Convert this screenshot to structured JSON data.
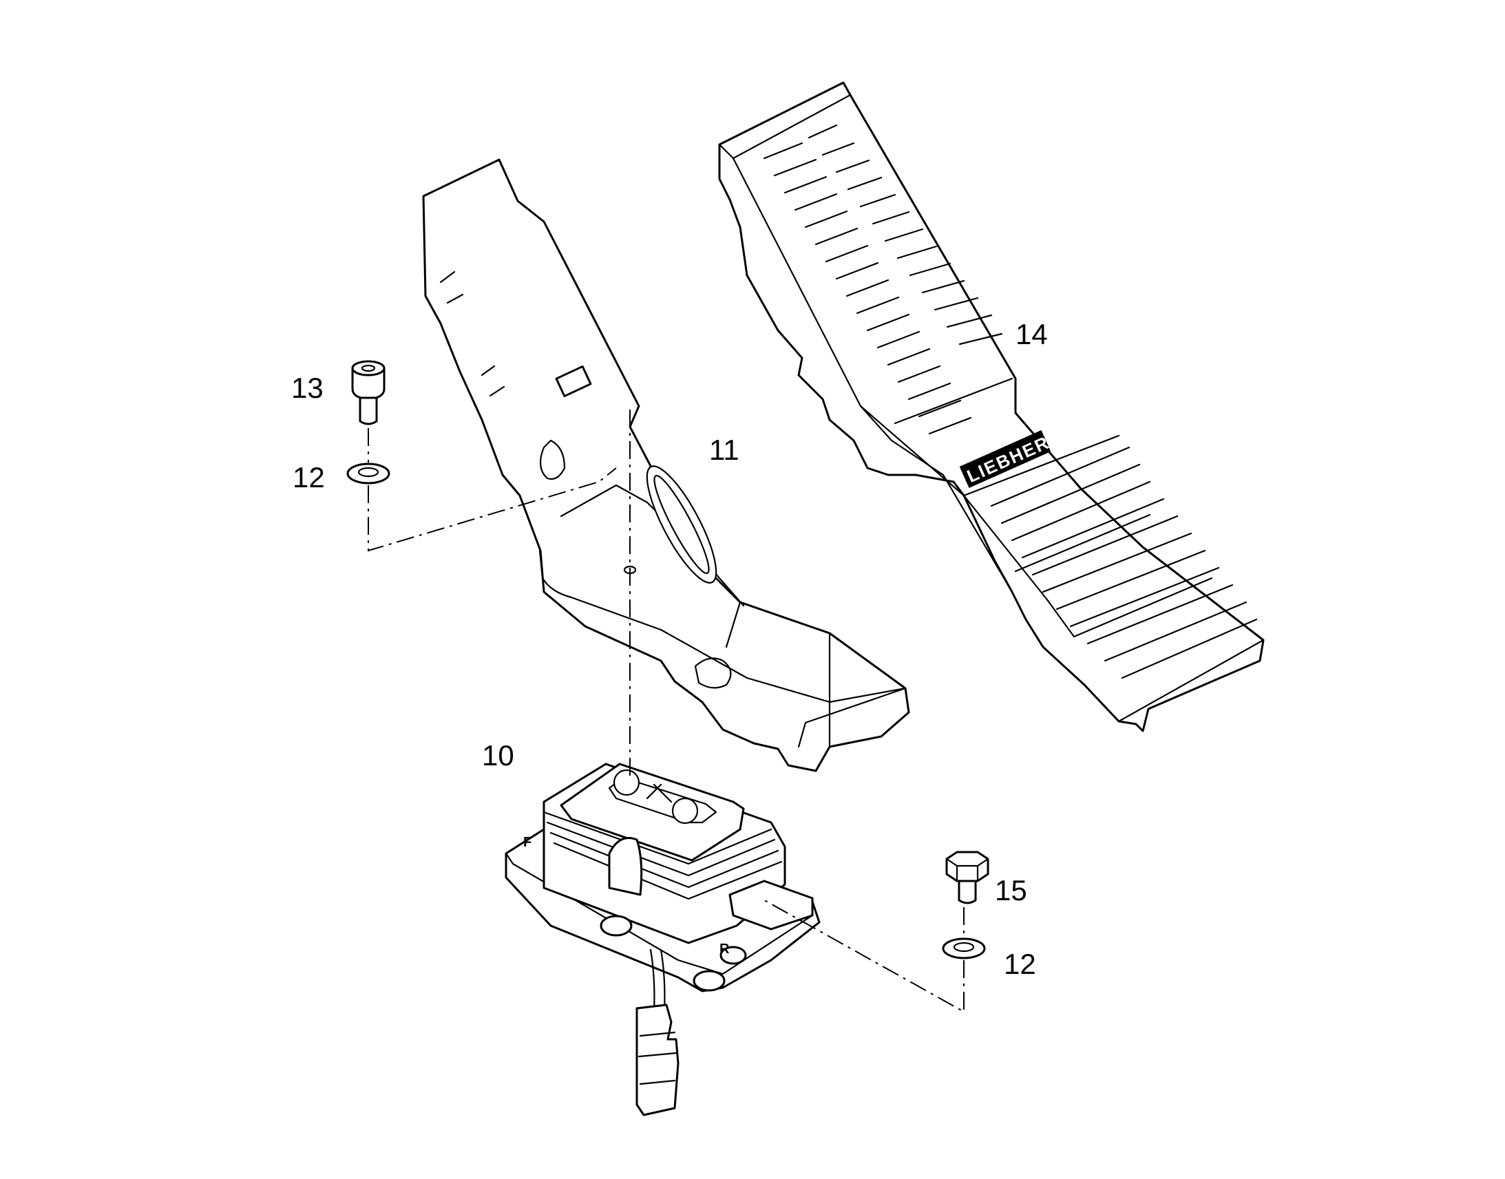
{
  "callouts": {
    "p10": "10",
    "p11": "11",
    "p12a": "12",
    "p12b": "12",
    "p13": "13",
    "p14": "14",
    "p15": "15"
  },
  "pedal_brand": "LIEBHERR",
  "sensor_marks": {
    "front": "F",
    "rear": "R"
  },
  "colors": {
    "line": "#000000",
    "background": "#ffffff"
  }
}
